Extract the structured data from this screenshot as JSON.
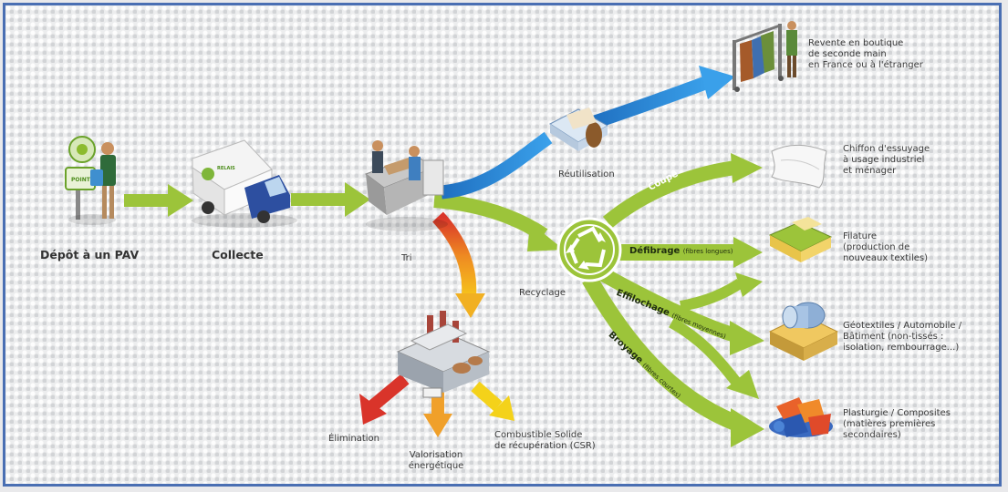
{
  "stages": {
    "depot": "Dépôt à un PAV",
    "collecte": "Collecte",
    "tri": "Tri",
    "reutilisation": "Réutilisation",
    "recyclage": "Recyclage"
  },
  "flows": {
    "coupe": "Coupe",
    "defibrage": "Défibrage",
    "defibrage_note": "(fibres longues)",
    "effilochage": "Effilochage",
    "effilochage_note": "(fibres moyennes)",
    "broyage": "Broyage",
    "broyage_note": "(fibres courtes)"
  },
  "outcomes": {
    "revente": [
      "Revente en boutique",
      "de seconde main",
      "en France ou à l'étranger"
    ],
    "chiffon": [
      "Chiffon d'essuyage",
      "à usage industriel",
      "et ménager"
    ],
    "filature": [
      "Filature",
      "(production de",
      "nouveaux textiles)"
    ],
    "geotextiles": [
      "Géotextiles / Automobile /",
      "Bâtiment (non-tissés :",
      "isolation, rembourrage...)"
    ],
    "plasturgie": [
      "Plasturgie / Composites",
      "(matières premières",
      "secondaires)"
    ]
  },
  "disposal": {
    "elimination": "Élimination",
    "valorisation": [
      "Valorisation",
      "énergétique"
    ],
    "csr": [
      "Combustible Solide",
      "de récupération (CSR)"
    ]
  },
  "icons": {
    "bin_sign": "POINT",
    "truck_logo": "RELAIS"
  },
  "colors": {
    "green_arrow": "#9cc43a",
    "blue_arrow": "#2f8fd8",
    "frame": "#4a6fb3",
    "red": "#d9342a",
    "orange": "#f0a02a",
    "yellow": "#f4d21a"
  }
}
